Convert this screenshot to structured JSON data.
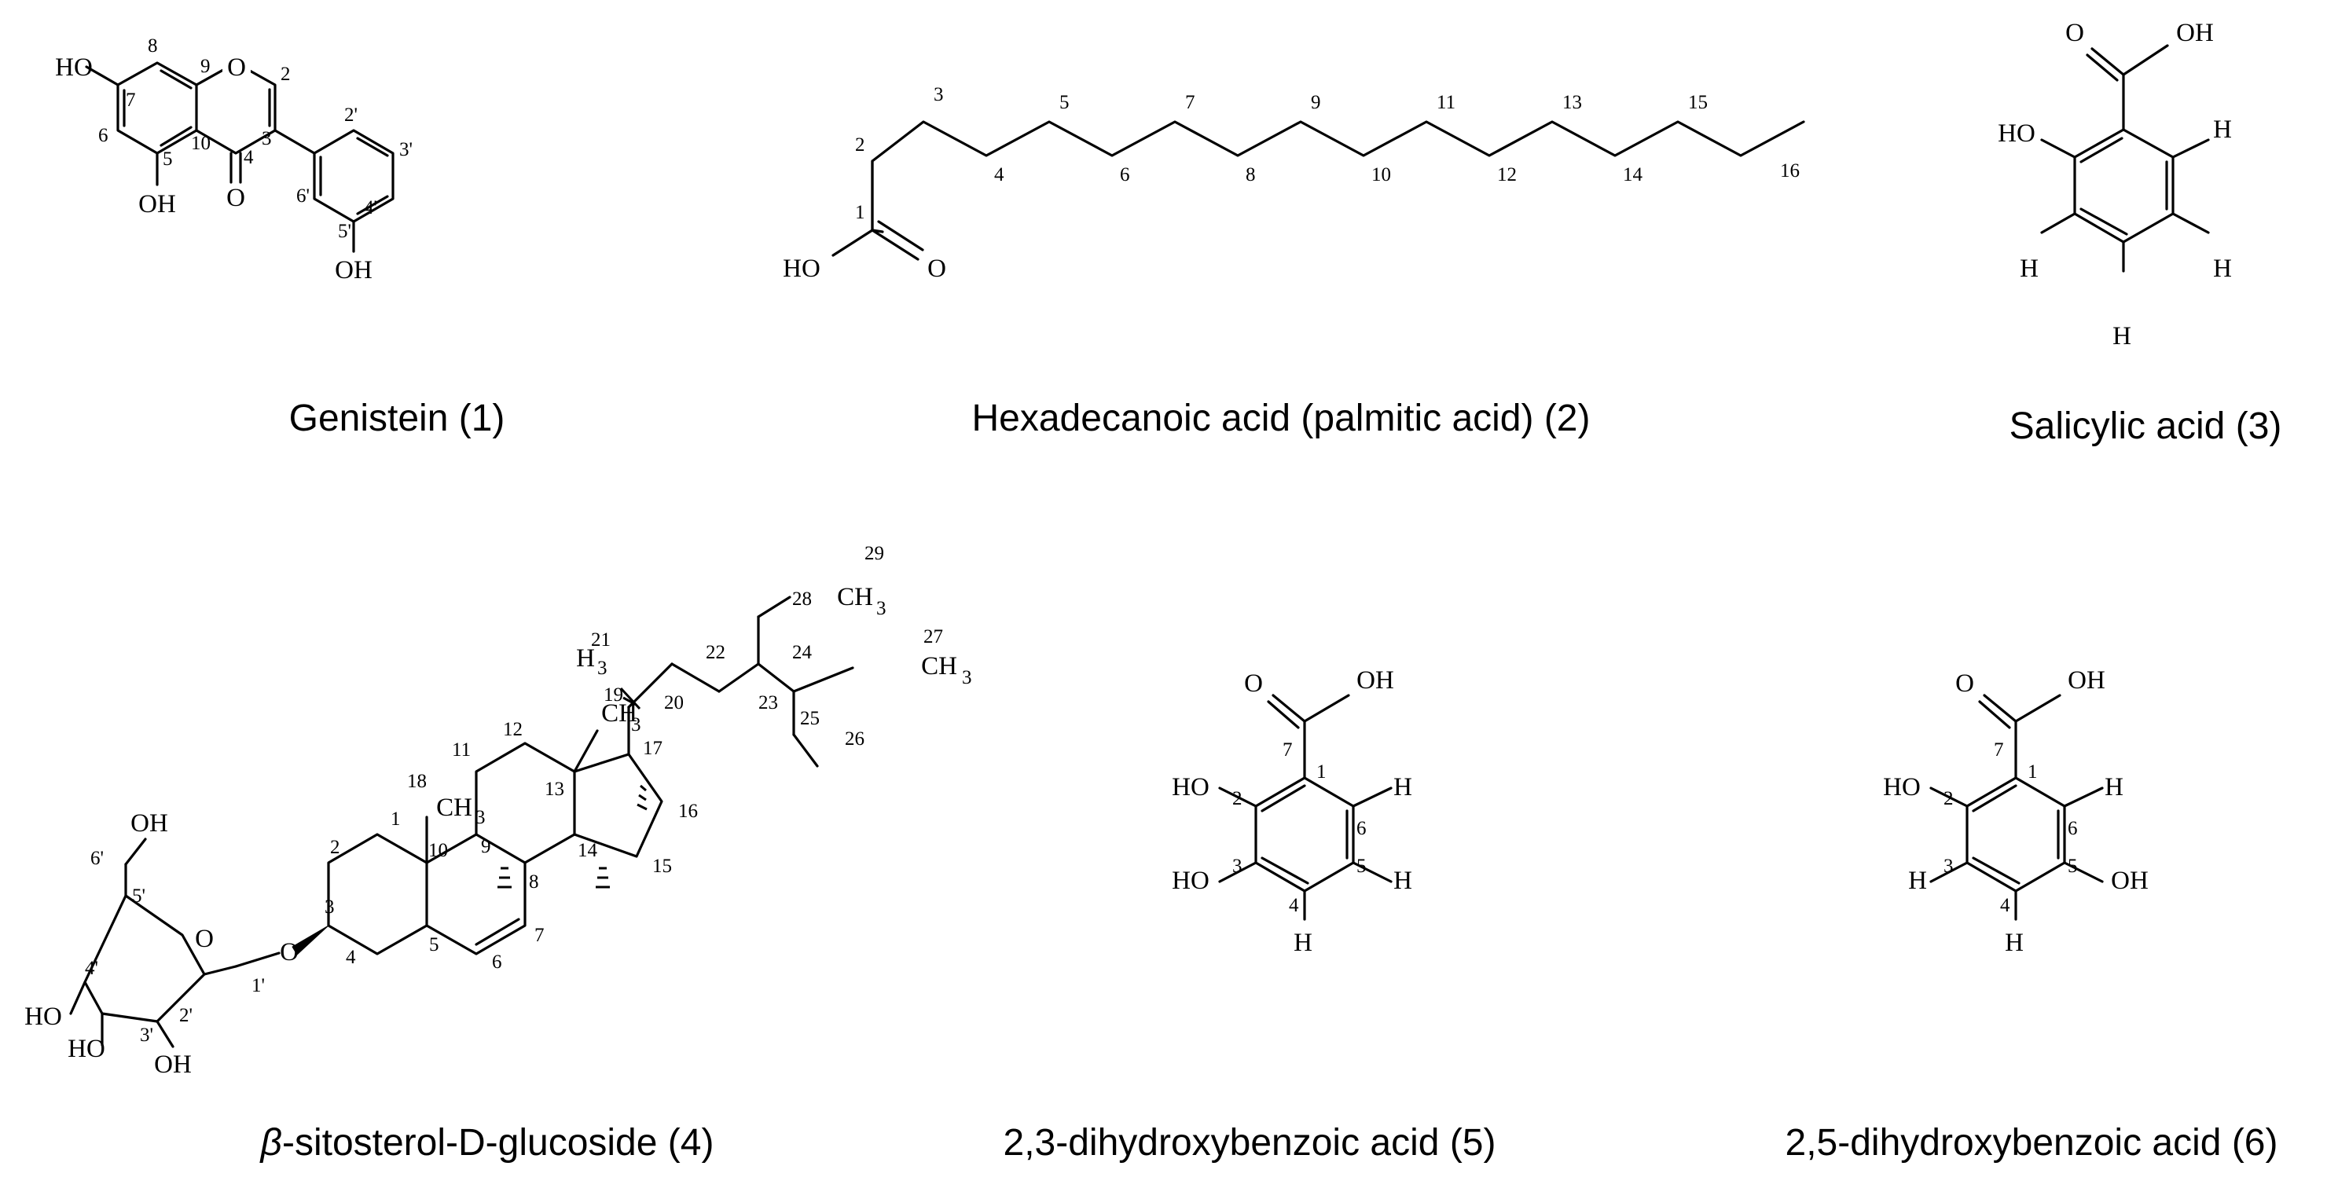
{
  "structures": [
    {
      "id": "genistein",
      "caption": "Genistein (1)",
      "atoms": [
        "HO",
        "O",
        "OH",
        "O",
        "OH"
      ],
      "locants": [
        "8",
        "9",
        "2",
        "7",
        "6",
        "5",
        "10",
        "4",
        "3",
        "2'",
        "3'",
        "6'",
        "5'",
        "4'"
      ]
    },
    {
      "id": "palmitic",
      "caption": "Hexadecanoic acid (palmitic acid) (2)",
      "atoms": [
        "HO",
        "O"
      ],
      "locants": [
        "1",
        "2",
        "3",
        "4",
        "5",
        "6",
        "7",
        "8",
        "9",
        "10",
        "11",
        "12",
        "13",
        "14",
        "15",
        "16"
      ]
    },
    {
      "id": "salicylic",
      "caption": "Salicylic acid (3)",
      "atoms": [
        "O",
        "OH",
        "HO",
        "H",
        "H",
        "H",
        "H"
      ]
    },
    {
      "id": "sitosterol",
      "caption_italic": "β",
      "caption_rest": "-sitosterol-D-glucoside (4)",
      "atoms": [
        "OH",
        "O",
        "O",
        "HO",
        "HO",
        "OH",
        "CH",
        "CH",
        "H",
        "CH",
        "CH"
      ],
      "subscripts": [
        "3",
        "3",
        "3",
        "3",
        "3"
      ],
      "locants": [
        "6'",
        "5'",
        "4'",
        "3'",
        "2'",
        "1'",
        "1",
        "2",
        "3",
        "4",
        "5",
        "6",
        "7",
        "8",
        "9",
        "10",
        "18",
        "11",
        "12",
        "13",
        "14",
        "15",
        "16",
        "17",
        "19",
        "21",
        "20",
        "22",
        "23",
        "24",
        "25",
        "26",
        "27",
        "28",
        "29"
      ]
    },
    {
      "id": "dhb23",
      "caption": "2,3-dihydroxybenzoic acid (5)",
      "atoms": [
        "O",
        "OH",
        "HO",
        "HO",
        "H",
        "H",
        "H"
      ],
      "locants": [
        "7",
        "1",
        "2",
        "3",
        "4",
        "5",
        "6"
      ]
    },
    {
      "id": "dhb25",
      "caption": "2,5-dihydroxybenzoic acid (6)",
      "atoms": [
        "O",
        "OH",
        "HO",
        "H",
        "OH",
        "H",
        "H"
      ],
      "locants": [
        "7",
        "1",
        "2",
        "3",
        "4",
        "5",
        "6"
      ]
    }
  ]
}
